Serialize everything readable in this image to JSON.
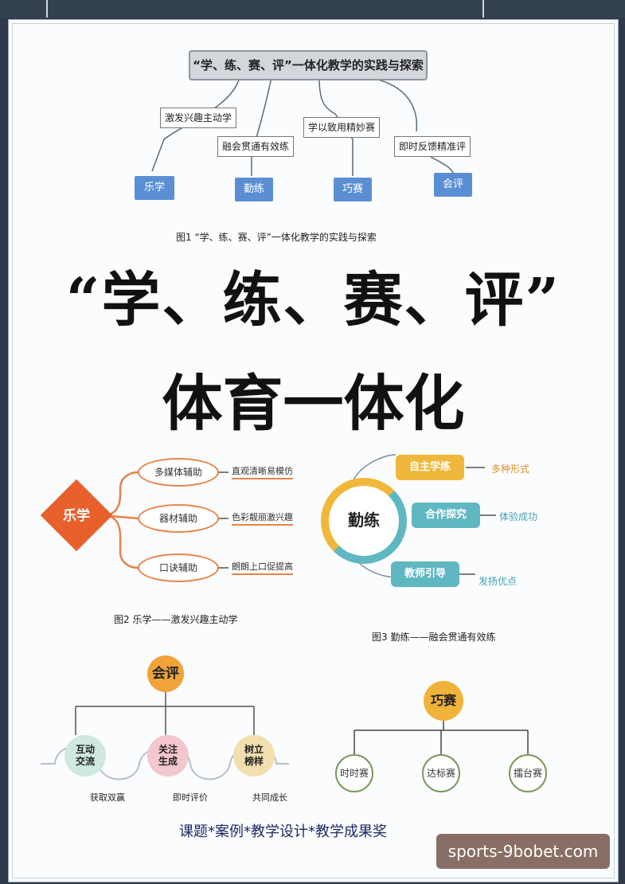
{
  "fig1": {
    "title": "“学、练、赛、评”一体化教学的实践与探索",
    "labels": [
      "激发兴趣主动学",
      "融会贯通有效练",
      "学以致用精妙赛",
      "即时反馈精准评"
    ],
    "boxes": [
      "乐学",
      "勤练",
      "巧赛",
      "会评"
    ],
    "caption": "图1 “学、练、赛、评”一体化教学的实践与探索"
  },
  "headline": {
    "line1": "“学、练、赛、评”",
    "line2": "体育一体化"
  },
  "fig2": {
    "center": "乐学",
    "items": [
      "多媒体辅助",
      "器材辅助",
      "口诀辅助"
    ],
    "notes": [
      "直观清晰易模仿",
      "色彩靓丽激兴趣",
      "朗朗上口促提高"
    ],
    "caption": "图2 乐学——激发兴趣主动学"
  },
  "fig3": {
    "center": "勤练",
    "items": [
      "自主学练",
      "合作探究",
      "教师引导"
    ],
    "notes": [
      "多种形式",
      "体验成功",
      "发扬优点"
    ],
    "caption": "图3 勤练——融会贯通有效练"
  },
  "fig4": {
    "center": "会评",
    "items": [
      "互动\n交流",
      "关注\n生成",
      "树立\n榜样"
    ],
    "notes": [
      "获取双赢",
      "即时评价",
      "共同成长"
    ]
  },
  "fig5": {
    "center": "巧赛",
    "items": [
      "时时赛",
      "达标赛",
      "擂台赛"
    ]
  },
  "footer": "课题*案例*教学设计*教学成果奖",
  "watermark": "sports-9bobet.com",
  "colors": {
    "blue": "#5b8fd4",
    "orange": "#e8612d",
    "yellow": "#f0b73a",
    "teal": "#5fb7c2"
  }
}
